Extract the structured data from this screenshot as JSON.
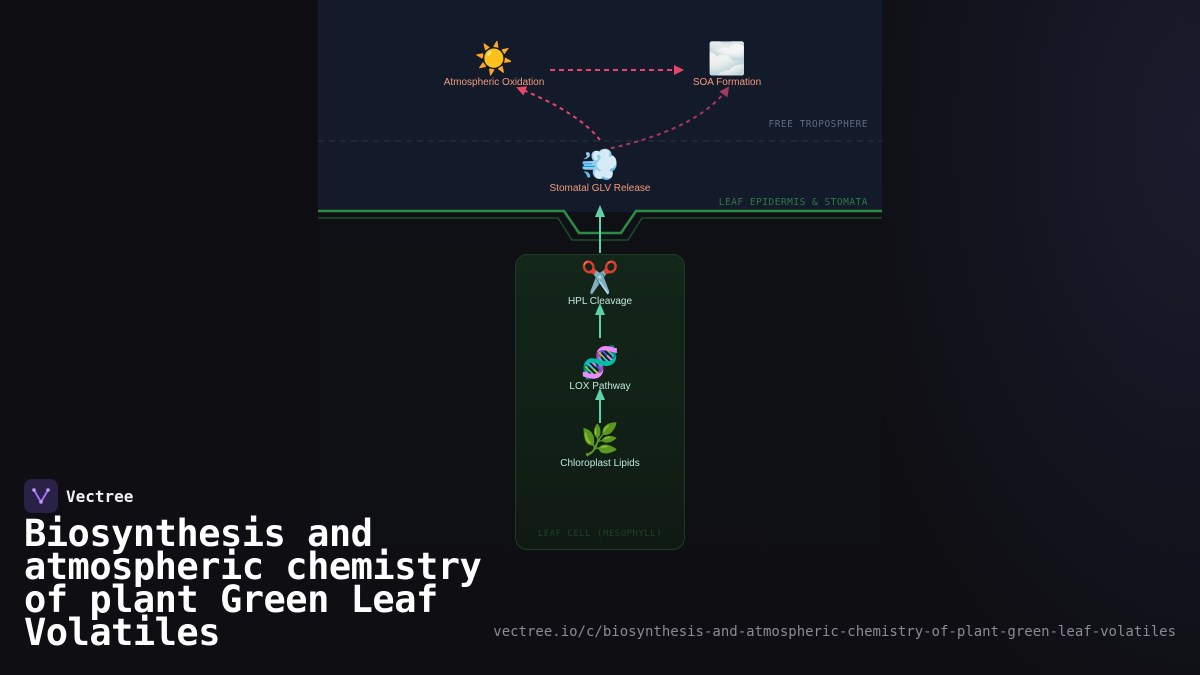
{
  "brand": {
    "name": "Vectree"
  },
  "title": "Biosynthesis and atmospheric chemistry of plant Green Leaf Volatiles",
  "url": "vectree.io/c/biosynthesis-and-atmospheric-chemistry-of-plant-green-leaf-volatiles",
  "diagram": {
    "zones": {
      "free_troposphere": "FREE TROPOSPHERE",
      "leaf_epidermis": "LEAF EPIDERMIS & STOMATA",
      "cell": "LEAF CELL (MESOPHYLL)"
    },
    "nodes": {
      "oxidation": {
        "icon": "☀️",
        "icon_name": "sun-icon",
        "label": "Atmospheric Oxidation"
      },
      "soa": {
        "icon": "🌫️",
        "icon_name": "fog-icon",
        "label": "SOA Formation"
      },
      "release": {
        "icon": "💨",
        "icon_name": "wind-puff-icon",
        "label": "Stomatal GLV Release"
      },
      "hpl": {
        "icon": "✂️",
        "icon_name": "scissors-icon",
        "label": "HPL Cleavage"
      },
      "lox": {
        "icon": "🧬",
        "icon_name": "dna-icon",
        "label": "LOX Pathway"
      },
      "lipids": {
        "icon": "🌿",
        "icon_name": "herb-icon",
        "label": "Chloroplast Lipids"
      }
    },
    "colors": {
      "up_flow": "#5fd3a8",
      "atmospheric_flow": "#e8456a",
      "atmospheric_flow_dim": "#a33a5c",
      "leaf_surface": "#2f8a44"
    }
  }
}
